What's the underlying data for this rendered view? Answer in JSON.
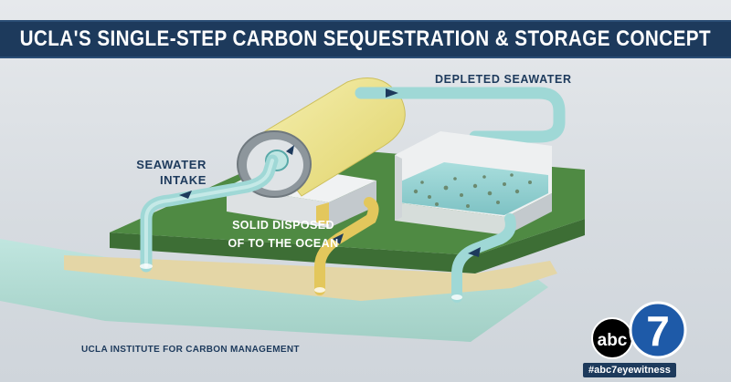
{
  "title": "UCLA'S SINGLE-STEP CARBON SEQUESTRATION & STORAGE CONCEPT",
  "labels": {
    "depleted": "DEPLETED SEAWATER",
    "intake_line1": "SEAWATER",
    "intake_line2": "INTAKE",
    "solid_line1": "SOLID DISPOSED",
    "solid_line2": "OF TO THE OCEAN",
    "source": "UCLA INSTITUTE FOR CARBON MANAGEMENT"
  },
  "branding": {
    "logo_text": "abc",
    "logo_number": "7",
    "hashtag": "#abc7eyewitness"
  },
  "colors": {
    "navy": "#1d3a5c",
    "seawater": "#9fd8d6",
    "ground": "#4f8a43",
    "sand": "#e3d4a3",
    "reactor": "#ece38e",
    "pipe_yellow": "#e3c75c"
  }
}
